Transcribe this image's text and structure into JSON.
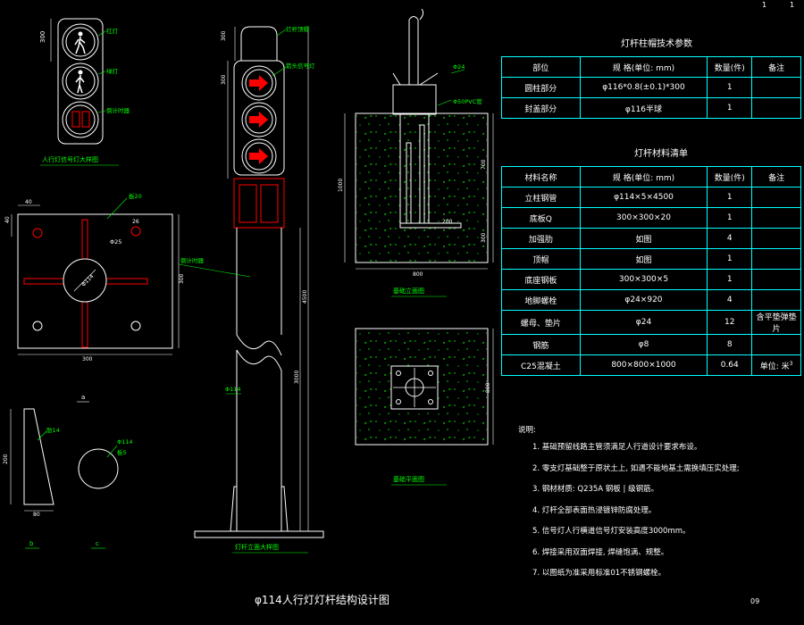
{
  "page": {
    "corner_top_left": "1",
    "corner_top_right": "1",
    "page_number": "09",
    "main_title": "φ114人行灯灯杆结构设计图"
  },
  "signal_view": {
    "dim": "300",
    "labels": [
      "红灯",
      "绿灯",
      "倒计时器"
    ],
    "caption": "人行灯信号灯大样图"
  },
  "base_plate": {
    "dims": {
      "top_left": "40",
      "left_side": "40",
      "right_side": "300",
      "bottom": "300",
      "hole_a": "26",
      "hole_d": "Φ25"
    },
    "labels": {
      "plate": "板20",
      "pipe": "Φ114"
    }
  },
  "rib_detail": {
    "label_top": "a",
    "rib": "肋14",
    "height": "200",
    "width": "80",
    "letter": "b"
  },
  "pipe_section": {
    "label_top": "a",
    "dia": "Φ114",
    "wall": "板5",
    "letter": "c"
  },
  "pole_view": {
    "labels": {
      "cap": "灯杆顶帽",
      "arrow_lamp": "箭头信号灯",
      "countdown": "倒计时器",
      "pipe": "Φ114"
    },
    "dims": {
      "d1": "300",
      "d2": "300",
      "total": "4500",
      "lower": "3000"
    },
    "caption": "灯杆立面大样图"
  },
  "foundation_elev": {
    "labels": {
      "bolt": "Φ24",
      "conduit": "Φ50PVC管"
    },
    "dims": {
      "top": "700",
      "mid": "1000",
      "bottom": "300",
      "width": "200",
      "base_w": "800"
    },
    "caption": "基础立面图"
  },
  "foundation_plan": {
    "dim_side": "800",
    "caption": "基础平面图"
  },
  "params_table": {
    "title": "灯杆柱帽技术参数",
    "header": [
      "部位",
      "规 格(单位: mm)",
      "数量(件)",
      "备注"
    ],
    "rows": [
      [
        "圆柱部分",
        "φ116*0.8(±0.1)*300",
        "1",
        ""
      ],
      [
        "封盖部分",
        "φ116半球",
        "1",
        ""
      ]
    ]
  },
  "materials_table": {
    "title": "灯杆材料清单",
    "header": [
      "材料名称",
      "规 格(单位: mm)",
      "数量(件)",
      "备注"
    ],
    "rows": [
      [
        "立柱钢管",
        "φ114×5×4500",
        "1",
        ""
      ],
      [
        "底板Q",
        "300×300×20",
        "1",
        ""
      ],
      [
        "加强肋",
        "如图",
        "4",
        ""
      ],
      [
        "顶帽",
        "如图",
        "1",
        ""
      ],
      [
        "底座钢板",
        "300×300×5",
        "1",
        ""
      ],
      [
        "地脚螺栓",
        "φ24×920",
        "4",
        ""
      ],
      [
        "螺母、垫片",
        "φ24",
        "12",
        "含平垫弹垫片"
      ],
      [
        "钢筋",
        "φ8",
        "8",
        ""
      ],
      [
        "C25混凝土",
        "800×800×1000",
        "0.64",
        "单位: 米"
      ]
    ],
    "superscript": "3"
  },
  "notes": {
    "head": "说明:",
    "items": [
      "1. 基础预留线路主管须满足人行道设计要求布设。",
      "2. 零支灯基础整于原状土上, 如遇不能地基土需换填压实处理;",
      "3. 钢材材质: Q235A  钢板 | 级钢筋。",
      "4. 灯杆全部表面热浸镀锌防腐处理。",
      "5. 信号灯人行横道信号灯安装高度3000mm。",
      "6. 焊接采用双面焊接, 焊缝饱满、规整。",
      "7. 以图纸为准采用标准01不锈钢螺栓。"
    ]
  },
  "colors": {
    "cyan": "#00ffff",
    "green": "#00ff00",
    "red": "#ff0000",
    "white": "#ffffff",
    "yellow": "#ffff00"
  }
}
